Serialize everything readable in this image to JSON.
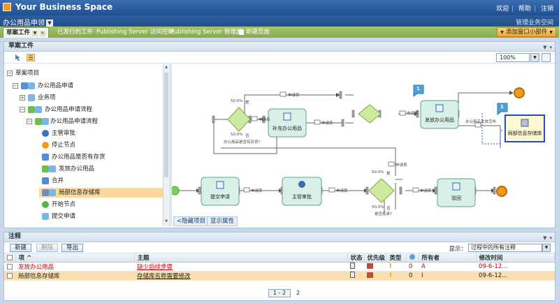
{
  "header": {
    "app_title": "Your Business Space",
    "links": [
      "欢迎",
      "帮助",
      "注销"
    ],
    "space_name": "办公用品申领",
    "manage_link": "管理业务空间"
  },
  "tabs": {
    "items": [
      "草案工件",
      "已发行的工件",
      "Publishing Server 访问控制",
      "Publishing Server 管理器",
      "新建页面"
    ],
    "add_widget": "添加窗口小部件"
  },
  "draft_panel": {
    "title": "草案工件",
    "zoom": "100%",
    "tree": [
      {
        "label": "草案项目",
        "level": 0
      },
      {
        "label": "办公用品申请",
        "level": 1
      },
      {
        "label": "业务项",
        "level": 2
      },
      {
        "label": "办公用品申请流程",
        "level": 2
      },
      {
        "label": "办公用品申请流程",
        "level": 3
      },
      {
        "label": "主管审批",
        "level": 4
      },
      {
        "label": "停止节点",
        "level": 4
      },
      {
        "label": "办公用品是否有存货",
        "level": 4
      },
      {
        "label": "发放办公用品",
        "level": 4
      },
      {
        "label": "合并",
        "level": 4
      },
      {
        "label": "局部信息存储库",
        "level": 4
      },
      {
        "label": "开始节点",
        "level": 4
      },
      {
        "label": "提交申请",
        "level": 4
      }
    ],
    "bottom_tabs": [
      "隐藏项目",
      "显示属性"
    ]
  },
  "diagram": {
    "nodes": {
      "replenish": "补充办公用品",
      "dispense": "发放办公用品",
      "repo": "局部信息存储库",
      "submit": "提交申请",
      "approve": "主管审批",
      "reject": "驳回"
    },
    "labels": {
      "yes_pct": "50.0%",
      "yes": "是",
      "no": "否",
      "req": "申请表",
      "stock_q": "办公用品是否有存货?",
      "approve_q": "是否批准?",
      "dispensed": "办公用品发放完毕",
      "badge": "1"
    }
  },
  "notes_panel": {
    "title": "注释",
    "buttons": {
      "new": "新建",
      "delete": "删除",
      "export": "导出"
    },
    "show_label": "显示：",
    "show_value": "过程中的所有注释",
    "columns": [
      "项",
      "主题",
      "状态",
      "优先级",
      "类型",
      "",
      "所有者",
      "修改时间"
    ],
    "rows": [
      {
        "item": "发放办公用品",
        "subject": "缺少后续步骤",
        "count": "0",
        "owner": "A",
        "time": "09-6-12..."
      },
      {
        "item": "局部信息存储库",
        "subject": "存储库名称需要修改",
        "count": "0",
        "owner": "I",
        "time": "09-6-12..."
      }
    ],
    "pager": {
      "range": "1 - 2",
      "total": "2"
    }
  },
  "colors": {
    "accent_blue": "#2d5c9b",
    "tab_green": "#86a94c",
    "selection": "#fbd89c",
    "node_fill": "#d9f0e6",
    "gateway_fill": "#cdeaa0",
    "end_node": "#f39a1e"
  }
}
